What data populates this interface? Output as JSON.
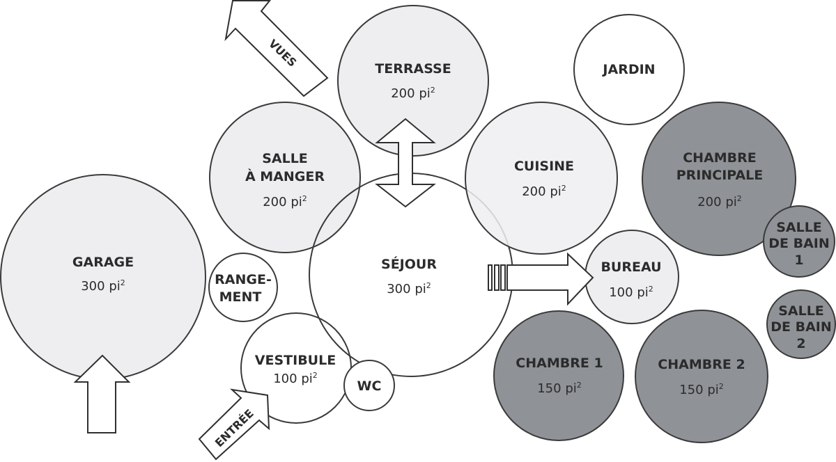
{
  "rooms": {
    "garage": {
      "name": "GARAGE",
      "area": "300 pi"
    },
    "salle_a_manger": {
      "name_line1": "SALLE",
      "name_line2": "À MANGER",
      "area": "200 pi"
    },
    "terrasse": {
      "name": "TERRASSE",
      "area": "200 pi"
    },
    "jardin": {
      "name": "JARDIN"
    },
    "cuisine": {
      "name": "CUISINE",
      "area": "200 pi"
    },
    "chambre_principale": {
      "name_line1": "CHAMBRE",
      "name_line2": "PRINCIPALE",
      "area": "200 pi"
    },
    "salle_de_bain_1": {
      "line1": "SALLE",
      "line2": "DE BAIN",
      "line3": "1"
    },
    "salle_de_bain_2": {
      "line1": "SALLE",
      "line2": "DE BAIN",
      "line3": "2"
    },
    "rangement": {
      "line1": "RANGE-",
      "line2": "MENT"
    },
    "sejour": {
      "name": "SÉJOUR",
      "area": "300 pi"
    },
    "bureau": {
      "name": "BUREAU",
      "area": "100 pi"
    },
    "vestibule": {
      "name": "VESTIBULE",
      "area": "100 pi"
    },
    "wc": {
      "name": "WC"
    },
    "chambre_1": {
      "name": "CHAMBRE 1",
      "area": "150 pi"
    },
    "chambre_2": {
      "name": "CHAMBRE 2",
      "area": "150 pi"
    }
  },
  "area_superscript": "2",
  "arrows": {
    "vues": "VUES",
    "entree": "ENTRÉE"
  },
  "colors": {
    "light_fill": "#eeeef1",
    "dark_fill": "#8f9296",
    "outline": "#3a3a3a"
  }
}
